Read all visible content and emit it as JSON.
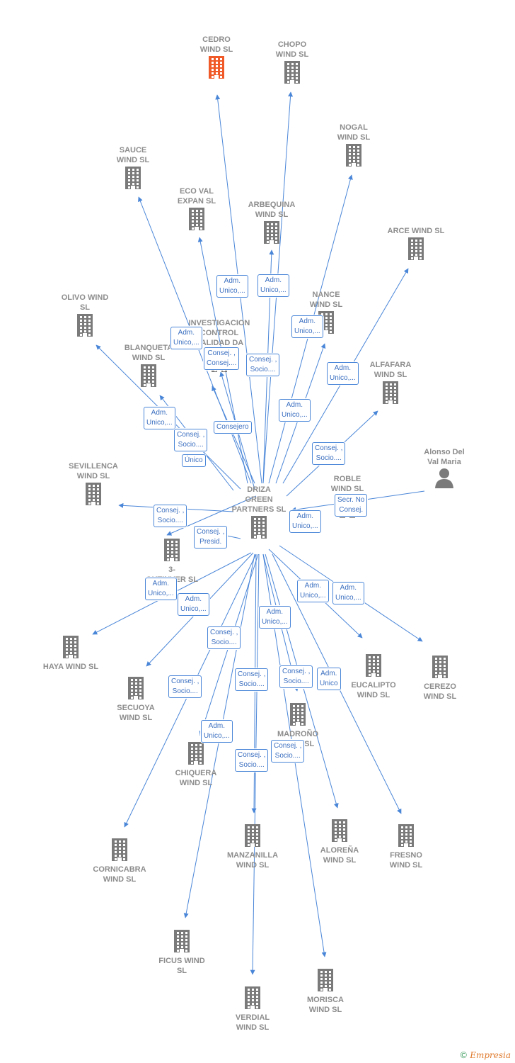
{
  "nodes": {
    "cedro": {
      "label": "CEDRO\nWIND  SL",
      "icon": "building-icon-highlighted",
      "color": "#f05a28"
    },
    "chopo": {
      "label": "CHOPO\nWIND  SL",
      "icon": "building-icon"
    },
    "nogal": {
      "label": "NOGAL\nWIND  SL",
      "icon": "building-icon"
    },
    "sauce": {
      "label": "SAUCE\nWIND  SL",
      "icon": "building-icon"
    },
    "ecoval": {
      "label": "ECO VAL\nEXPAN  SL",
      "icon": "building-icon"
    },
    "arbequina": {
      "label": "ARBEQUINA\nWIND  SL",
      "icon": "building-icon"
    },
    "arce": {
      "label": "ARCE WIND  SL",
      "icon": "building-icon"
    },
    "olivo": {
      "label": "OLIVO WIND\nSL",
      "icon": "building-icon"
    },
    "nance": {
      "label": "NANCE\nWIND  SL",
      "icon": "building-icon"
    },
    "investigacion": {
      "label": "INVESTIGACION\nCONTROL\nCALIDAD DA",
      "icon": "building-icon"
    },
    "blanqueta": {
      "label": "BLANQUETA\nWIND  SL",
      "icon": "building-icon"
    },
    "alfafara": {
      "label": "ALFAFARA\nWIND  SL",
      "icon": "building-icon"
    },
    "alonso": {
      "label": "Alonso Del\nVal Maria",
      "icon": "person-icon"
    },
    "sevillenca": {
      "label": "SEVILLENCA\nWIND  SL",
      "icon": "building-icon"
    },
    "roble": {
      "label": "ROBLE\nWIND  SL",
      "icon": "building-icon"
    },
    "driza": {
      "label": "DRIZA\nGREEN\nPARTNERS  SL",
      "icon": "building-icon"
    },
    "gutinver": {
      "label": "3-\nGUTINVER SL",
      "icon": "building-icon"
    },
    "haya": {
      "label": "HAYA WIND  SL",
      "icon": "building-icon"
    },
    "secuoya": {
      "label": "SECUOYA\nWIND  SL",
      "icon": "building-icon"
    },
    "eucalipto": {
      "label": "EUCALIPTO\nWIND  SL",
      "icon": "building-icon"
    },
    "cerezo": {
      "label": "CEREZO\nWIND  SL",
      "icon": "building-icon"
    },
    "madrono": {
      "label": "MADROÑO\nWIND  SL",
      "icon": "building-icon"
    },
    "chiquera": {
      "label": "CHIQUERA\nWIND  SL",
      "icon": "building-icon"
    },
    "cornicabra": {
      "label": "CORNICABRA\nWIND  SL",
      "icon": "building-icon"
    },
    "manzanilla": {
      "label": "MANZANILLA\nWIND  SL",
      "icon": "building-icon"
    },
    "alorena": {
      "label": "ALOREÑA\nWIND  SL",
      "icon": "building-icon"
    },
    "fresno": {
      "label": "FRESNO\nWIND  SL",
      "icon": "building-icon"
    },
    "ficus": {
      "label": "FICUS WIND\nSL",
      "icon": "building-icon"
    },
    "morisca": {
      "label": "MORISCA\nWIND  SL",
      "icon": "building-icon"
    },
    "verdial": {
      "label": "VERDIAL\nWIND  SL",
      "icon": "building-icon"
    }
  },
  "relations": {
    "r1": "Adm.\nUnico,...",
    "r2": "Adm.\nUnico,...",
    "r3": "Adm.\nUnico,...",
    "r4": "Adm.\nUnico,...",
    "r5": "Consej. ,\nConsej....",
    "r6": "Consej. ,\nSocio....",
    "r7": "Adm.\nUnico,...",
    "r8": "Adm.\nUnico,...",
    "r9": "Adm.\nUnico,...",
    "r10": "Consej. ,\nSocio....",
    "r11": "Consejero",
    "r12": "Único",
    "r13": "Consej. ,\nSocio....",
    "r14": "Secr.  No\nConsej.",
    "r15": "Adm.\nUnico,...",
    "r16": "Consej. ,\nSocio....",
    "r17": "Consej. ,\nPresid.",
    "r18": "Adm.\nUnico,...",
    "r19": "Adm.\nUnico,...",
    "r20": "Adm.\nUnico,...",
    "r21": "Adm.\nUnico,...",
    "r22": "Adm.\nUnico,...",
    "r23": "Consej. ,\nSocio....",
    "r24": "Consej. ,\nSocio....",
    "r25": "Consej. ,\nSocio....",
    "r26": "Consej. ,\nSocio....",
    "r27": "Adm.\nUnico",
    "r28": "Adm.\nUnico,...",
    "r29": "Consej. ,\nSocio....",
    "r30": "Consej. ,\nSocio...."
  },
  "footer": {
    "copyright": "©",
    "brand": "Empresia"
  },
  "colors": {
    "edge": "#4a86d8",
    "icon": "#7a7a7a",
    "highlight": "#f05a28"
  }
}
